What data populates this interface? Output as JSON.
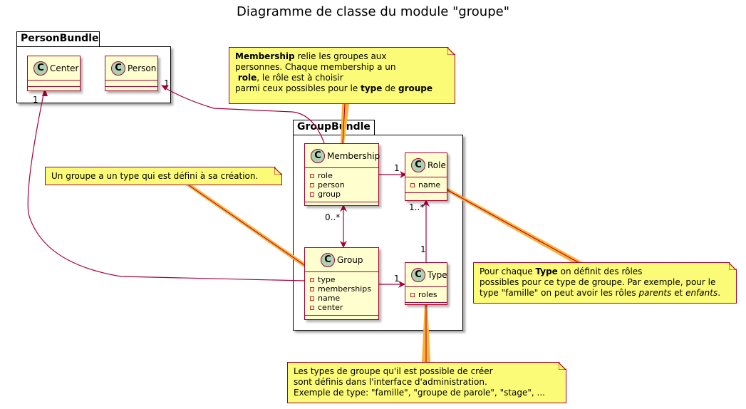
{
  "title": "Diagramme de classe du module \"groupe\"",
  "packages": {
    "person_bundle": "PersonBundle",
    "group_bundle": "GroupBundle"
  },
  "classes": {
    "center": {
      "stereotype": "C",
      "name": "Center",
      "attributes": []
    },
    "person": {
      "stereotype": "C",
      "name": "Person",
      "attributes": []
    },
    "membership": {
      "stereotype": "C",
      "name": "Membership",
      "attributes": [
        "role",
        "person",
        "group"
      ]
    },
    "role": {
      "stereotype": "C",
      "name": "Role",
      "attributes": [
        "name"
      ]
    },
    "group": {
      "stereotype": "C",
      "name": "Group",
      "attributes": [
        "type",
        "memberships",
        "name",
        "center"
      ]
    },
    "type": {
      "stereotype": "C",
      "name": "Type",
      "attributes": [
        "roles"
      ]
    }
  },
  "multiplicities": {
    "person_end": "1",
    "center_end": "1",
    "membership_role": "1",
    "membership_group": "0..*",
    "role_type": "1..*",
    "type_end": "1",
    "group_type": "1"
  },
  "notes": {
    "membership": {
      "lines": [
        [
          {
            "b": "Membership"
          },
          " relie les groupes aux"
        ],
        [
          "personnes. Chaque membership a un"
        ],
        [
          " ",
          {
            "b": "role"
          },
          ", le rôle est à choisir"
        ],
        [
          "parmi ceux possibles pour le ",
          {
            "b": "type"
          },
          " de ",
          {
            "b": "groupe"
          }
        ]
      ]
    },
    "group": {
      "lines": [
        [
          "Un groupe a un type qui est défini à sa création."
        ]
      ]
    },
    "role": {
      "lines": [
        [
          "Pour chaque ",
          {
            "b": "Type"
          },
          " on définit des rôles"
        ],
        [
          "possibles pour ce type de groupe. Par exemple, pour le"
        ],
        [
          "type \"famille\" on peut avoir les rôles ",
          {
            "i": "parents"
          },
          " et ",
          {
            "i": "enfants"
          },
          "."
        ]
      ]
    },
    "type": {
      "lines": [
        [
          "Les types de groupe qu'il est possible de créer"
        ],
        [
          "sont définis dans l'interface d'administration."
        ],
        [
          "Exemple de type: \"famille\", \"groupe de parole\", \"stage\", ..."
        ]
      ]
    }
  },
  "colors": {
    "class_fill": "#FEFECE",
    "class_border": "#A80036",
    "note_fill": "#FBFB77",
    "icon_fill": "#ADD1B2",
    "private_marker": "#C82930",
    "note_connector": "#FBB034"
  }
}
